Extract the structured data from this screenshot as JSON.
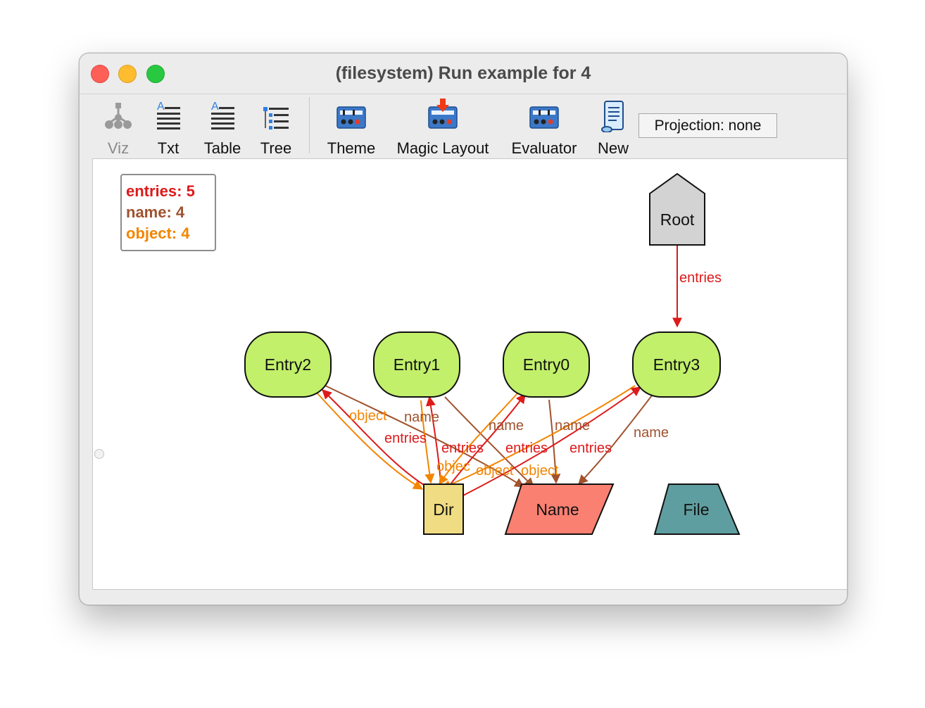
{
  "window": {
    "title": "(filesystem) Run example for 4"
  },
  "toolbar": {
    "viz": "Viz",
    "txt": "Txt",
    "table": "Table",
    "tree": "Tree",
    "theme": "Theme",
    "magic_layout": "Magic Layout",
    "evaluator": "Evaluator",
    "new": "New",
    "projection": "Projection: none"
  },
  "legend": {
    "entries": "entries: 5",
    "name": "name: 4",
    "object": "object: 4"
  },
  "colors": {
    "entries": "#de1a1a",
    "name": "#a0522d",
    "object": "#f28500",
    "entry_fill": "#c2f06a",
    "root_fill": "#d3d3d3",
    "dir_fill": "#f0dc82",
    "name_fill": "#fa8072",
    "file_fill": "#5f9ea0"
  },
  "graph": {
    "nodes": {
      "root": "Root",
      "entry2": "Entry2",
      "entry1": "Entry1",
      "entry0": "Entry0",
      "entry3": "Entry3",
      "dir": "Dir",
      "name": "Name",
      "file": "File"
    },
    "edge_labels": {
      "entries": "entries",
      "name": "name",
      "object": "object",
      "object_partial": "objec"
    }
  }
}
